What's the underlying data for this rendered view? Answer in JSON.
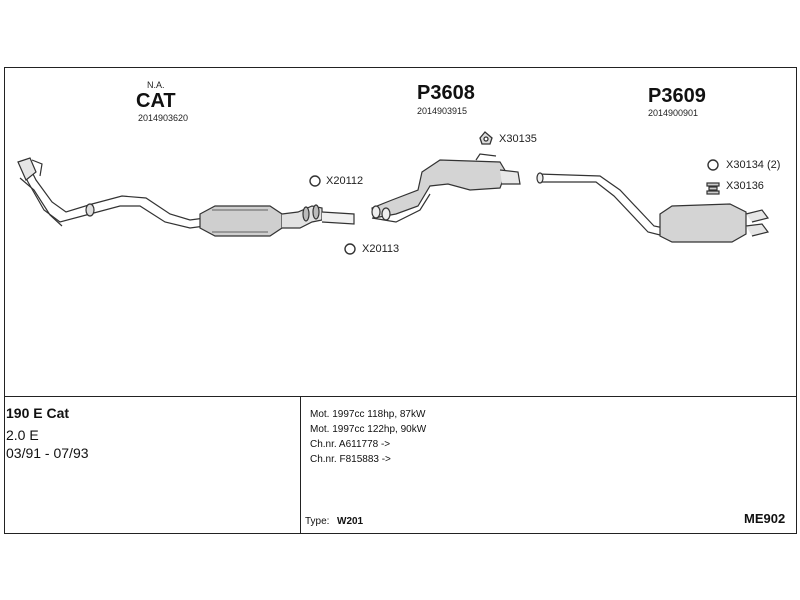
{
  "parts": {
    "cat": {
      "prefix": "N.A.",
      "code": "CAT",
      "number": "2014903620"
    },
    "p3608": {
      "code": "P3608",
      "number": "2014903915"
    },
    "p3609": {
      "code": "P3609",
      "number": "2014900901"
    }
  },
  "accessories": {
    "x30135": "X30135",
    "x20112": "X20112",
    "x20113": "X20113",
    "x30134": "X30134 (2)",
    "x30136": "X30136"
  },
  "vehicle": {
    "model": "190 E Cat",
    "engine": "2.0 E",
    "years": "03/91 - 07/93"
  },
  "specs": [
    "Mot. 1997cc 118hp, 87kW",
    "Mot. 1997cc 122hp, 90kW",
    "Ch.nr. A611778 ->",
    "Ch.nr. F815883 ->"
  ],
  "type": {
    "label": "Type:",
    "value": "W201"
  },
  "ref_code": "ME902"
}
